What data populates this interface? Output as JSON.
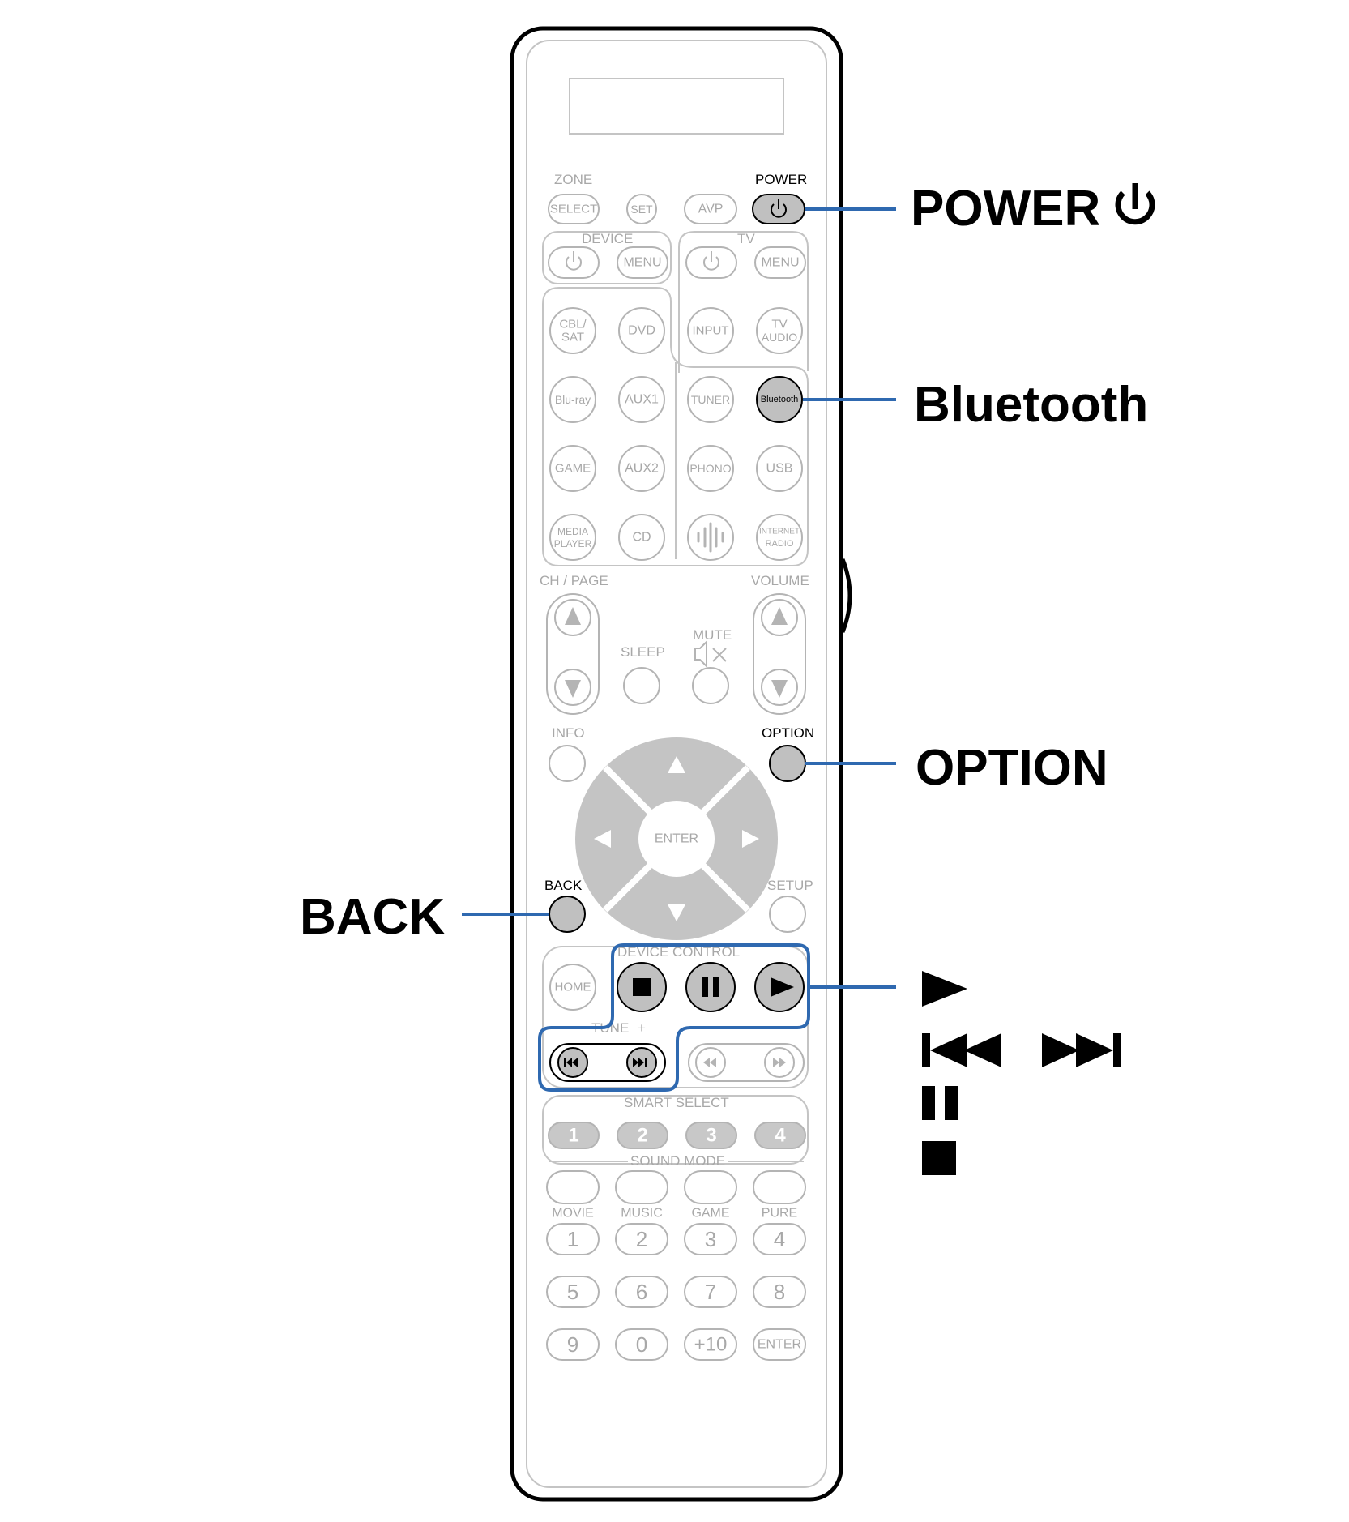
{
  "colors": {
    "accent": "#2f69b0",
    "highlight_fill": "#c0c0c0",
    "faded": "#a8a8a8"
  },
  "top_labels": {
    "zone": "ZONE",
    "power": "POWER"
  },
  "top_buttons": {
    "select": "SELECT",
    "set": "SET",
    "avp": "AVP",
    "power_icon": "power-icon"
  },
  "device": {
    "title": "DEVICE",
    "menu": "MENU"
  },
  "tv": {
    "title": "TV",
    "menu": "MENU",
    "input": "INPUT",
    "tv_audio_l1": "TV",
    "tv_audio_l2": "AUDIO"
  },
  "sources": {
    "cbl_l1": "CBL/",
    "cbl_l2": "SAT",
    "dvd": "DVD",
    "bluray": "Blu-ray",
    "aux1": "AUX1",
    "tuner": "TUNER",
    "bluetooth": "Bluetooth",
    "game": "GAME",
    "aux2": "AUX2",
    "phono": "PHONO",
    "usb": "USB",
    "media_l1": "MEDIA",
    "media_l2": "PLAYER",
    "cd": "CD",
    "heos_icon": "heos-icon",
    "inet_l1": "INTERNET",
    "inet_l2": "RADIO"
  },
  "mid": {
    "ch_page": "CH / PAGE",
    "volume": "VOLUME",
    "mute": "MUTE",
    "sleep": "SLEEP"
  },
  "nav": {
    "info": "INFO",
    "option": "OPTION",
    "enter": "ENTER",
    "back": "BACK",
    "setup": "SETUP"
  },
  "device_control": {
    "title": "DEVICE CONTROL",
    "home": "HOME",
    "tune": "TUNE",
    "tune_minus": "−",
    "tune_plus": "+"
  },
  "smart_select": {
    "title": "SMART SELECT",
    "buttons": [
      "1",
      "2",
      "3",
      "4"
    ]
  },
  "sound_mode": {
    "title": "SOUND MODE"
  },
  "numpad": {
    "mode_labels": [
      "MOVIE",
      "MUSIC",
      "GAME",
      "PURE"
    ],
    "rows": [
      [
        "1",
        "2",
        "3",
        "4"
      ],
      [
        "5",
        "6",
        "7",
        "8"
      ],
      [
        "9",
        "0",
        "+10",
        "ENTER"
      ]
    ]
  },
  "callouts": {
    "power": "POWER",
    "bluetooth": "Bluetooth",
    "option": "OPTION",
    "back": "BACK",
    "play": "►",
    "skip": "◀◀ ▶▶",
    "pause": "▮▮",
    "stop": "■"
  }
}
